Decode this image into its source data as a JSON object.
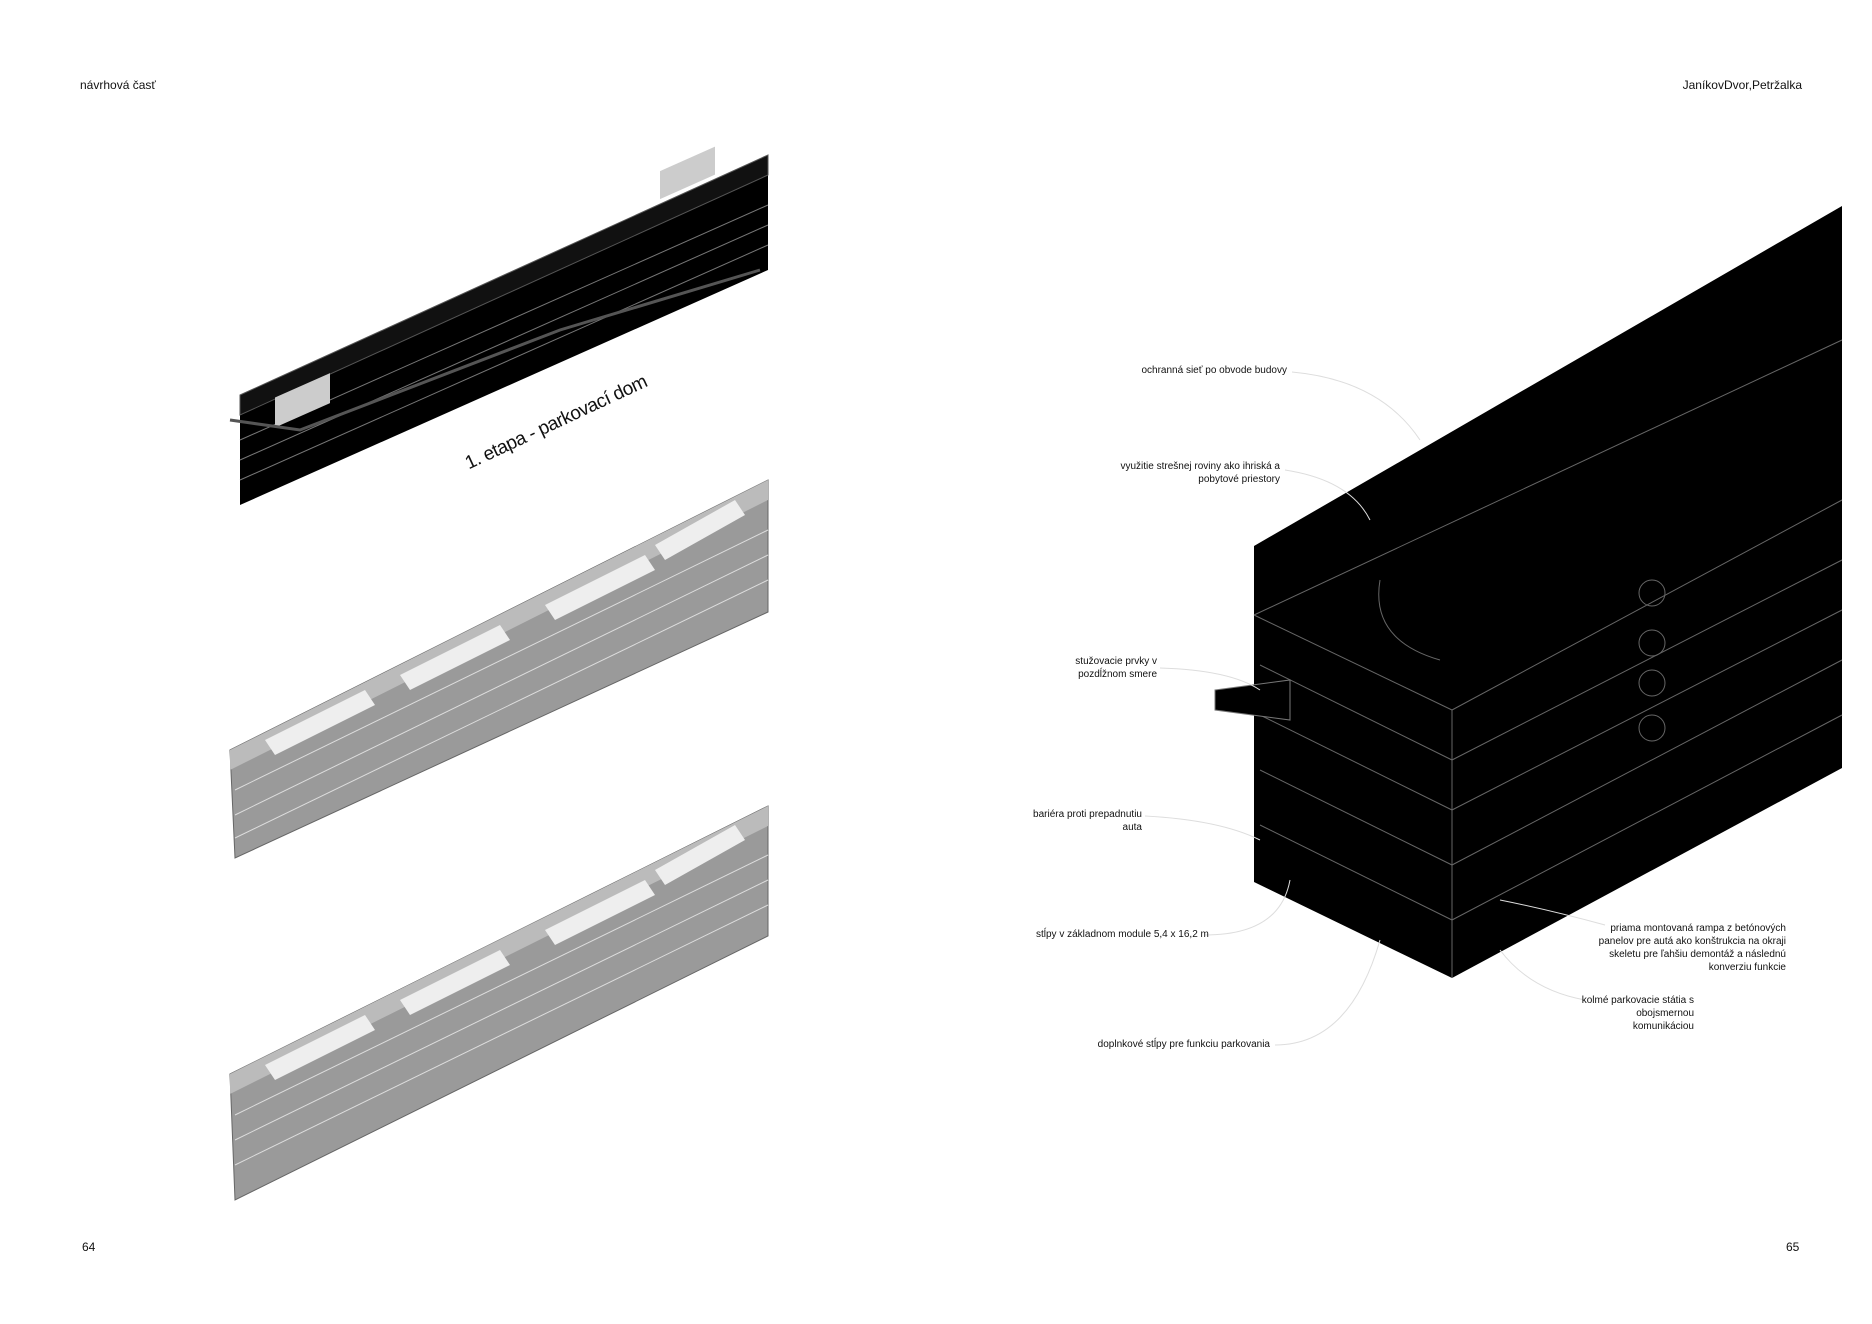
{
  "left_page": {
    "header": "návrhová časť",
    "page_number": "64",
    "caption": "1. etapa - parkovací dom"
  },
  "right_page": {
    "header": "JaníkovDvor,Petržalka",
    "page_number": "65",
    "annotations": [
      {
        "lines": [
          "ochranná sieť po obvode budovy"
        ]
      },
      {
        "lines": [
          "využitie strešnej roviny ako ihriská a",
          "pobytové priestory"
        ]
      },
      {
        "lines": [
          "stužovacie prvky v",
          "pozdĺžnom smere"
        ]
      },
      {
        "lines": [
          "bariéra proti prepadnutiu",
          "auta"
        ]
      },
      {
        "lines": [
          "stĺpy v základnom module 5,4 x 16,2 m"
        ]
      },
      {
        "lines": [
          "doplnkové stĺpy pre funkciu parkovania"
        ]
      },
      {
        "lines": [
          "priama montovaná rampa z betónových",
          "panelov pre autá ako konštrukcia na okraji",
          "skeletu pre ľahšiu demontáž a následnú",
          "konverziu funkcie"
        ]
      },
      {
        "lines": [
          "kolmé parkovacie státia s",
          "obojsmernou",
          "komunikáciou"
        ]
      }
    ]
  },
  "colors": {
    "ink": "#000000",
    "grey_model": "#8a8a8a",
    "paper": "#ffffff"
  }
}
